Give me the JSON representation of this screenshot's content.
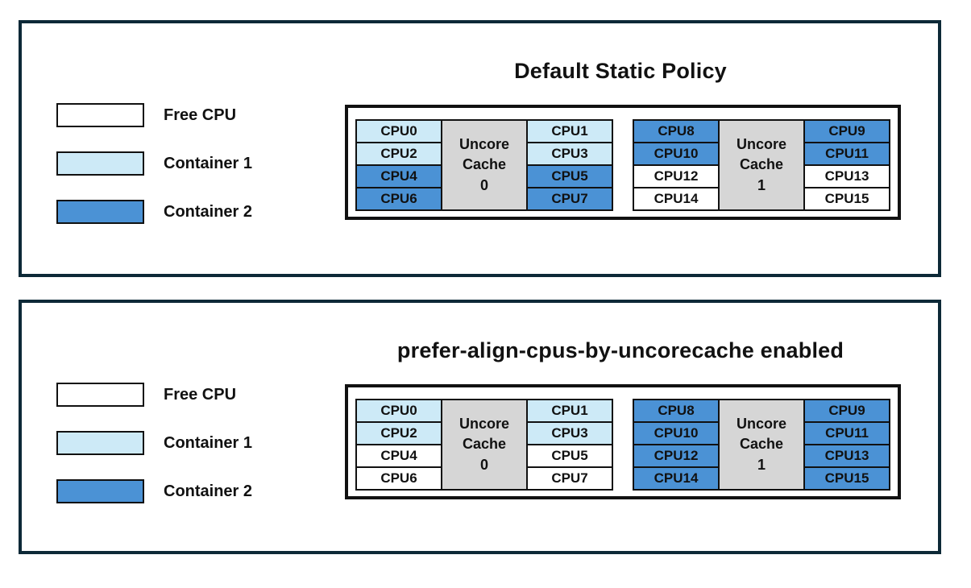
{
  "colors": {
    "free": "#ffffff",
    "container1": "#cdeaf7",
    "container2": "#4b92d5",
    "uncore": "#d6d6d6",
    "panel_border": "#0d2937",
    "cell_border": "#111111"
  },
  "legend": {
    "items": [
      {
        "label": "Free CPU",
        "state": "free"
      },
      {
        "label": "Container 1",
        "state": "container1"
      },
      {
        "label": "Container 2",
        "state": "container2"
      }
    ]
  },
  "panels": [
    {
      "title": "Default Static Policy",
      "groups": [
        {
          "uncore": {
            "lines": [
              "Uncore",
              "Cache",
              "0"
            ],
            "state": "uncore"
          },
          "left": [
            {
              "label": "CPU0",
              "state": "container1"
            },
            {
              "label": "CPU2",
              "state": "container1"
            },
            {
              "label": "CPU4",
              "state": "container2"
            },
            {
              "label": "CPU6",
              "state": "container2"
            }
          ],
          "right": [
            {
              "label": "CPU1",
              "state": "container1"
            },
            {
              "label": "CPU3",
              "state": "container1"
            },
            {
              "label": "CPU5",
              "state": "container2"
            },
            {
              "label": "CPU7",
              "state": "container2"
            }
          ]
        },
        {
          "uncore": {
            "lines": [
              "Uncore",
              "Cache",
              "1"
            ],
            "state": "uncore"
          },
          "left": [
            {
              "label": "CPU8",
              "state": "container2"
            },
            {
              "label": "CPU10",
              "state": "container2"
            },
            {
              "label": "CPU12",
              "state": "free"
            },
            {
              "label": "CPU14",
              "state": "free"
            }
          ],
          "right": [
            {
              "label": "CPU9",
              "state": "container2"
            },
            {
              "label": "CPU11",
              "state": "container2"
            },
            {
              "label": "CPU13",
              "state": "free"
            },
            {
              "label": "CPU15",
              "state": "free"
            }
          ]
        }
      ]
    },
    {
      "title": "prefer-align-cpus-by-uncorecache enabled",
      "groups": [
        {
          "uncore": {
            "lines": [
              "Uncore",
              "Cache",
              "0"
            ],
            "state": "uncore"
          },
          "left": [
            {
              "label": "CPU0",
              "state": "container1"
            },
            {
              "label": "CPU2",
              "state": "container1"
            },
            {
              "label": "CPU4",
              "state": "free"
            },
            {
              "label": "CPU6",
              "state": "free"
            }
          ],
          "right": [
            {
              "label": "CPU1",
              "state": "container1"
            },
            {
              "label": "CPU3",
              "state": "container1"
            },
            {
              "label": "CPU5",
              "state": "free"
            },
            {
              "label": "CPU7",
              "state": "free"
            }
          ]
        },
        {
          "uncore": {
            "lines": [
              "Uncore",
              "Cache",
              "1"
            ],
            "state": "uncore"
          },
          "left": [
            {
              "label": "CPU8",
              "state": "container2"
            },
            {
              "label": "CPU10",
              "state": "container2"
            },
            {
              "label": "CPU12",
              "state": "container2"
            },
            {
              "label": "CPU14",
              "state": "container2"
            }
          ],
          "right": [
            {
              "label": "CPU9",
              "state": "container2"
            },
            {
              "label": "CPU11",
              "state": "container2"
            },
            {
              "label": "CPU13",
              "state": "container2"
            },
            {
              "label": "CPU15",
              "state": "container2"
            }
          ]
        }
      ]
    }
  ]
}
